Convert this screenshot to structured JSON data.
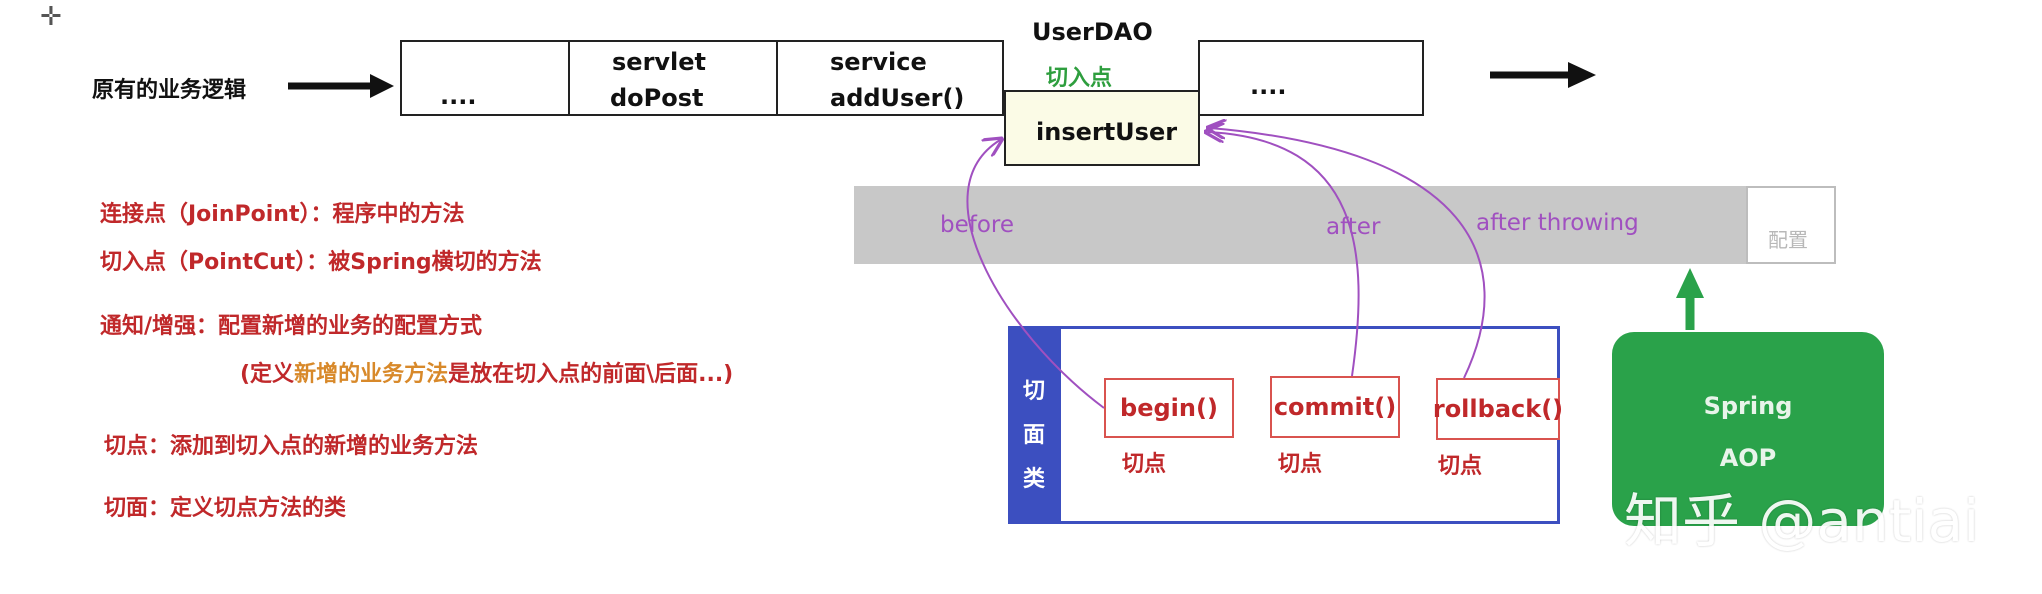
{
  "corner_mark": "✛",
  "original_logic": {
    "label": "原有的业务逻辑",
    "cells": [
      "....",
      "servlet",
      "doPost",
      "service",
      "addUser()",
      "...."
    ],
    "userdao_label": "UserDAO",
    "pointcut_label": "切入点",
    "insert_user_label": "insertUser"
  },
  "definitions": {
    "joinpoint": "连接点（JoinPoint）：程序中的方法",
    "pointcut": "切入点（PointCut）：被Spring横切的方法",
    "advice": "通知/增强：配置新增的业务的配置方式",
    "advice_note_prefix": "(定义",
    "advice_note_highlight": "新增的业务方法",
    "advice_note_suffix": "是放在切入点的前面\\后面...)",
    "cut_point": "切点：添加到切入点的新增的业务方法",
    "aspect": "切面：定义切点方法的类"
  },
  "config_band": {
    "before": "before",
    "after": "after",
    "after_throwing": "after throwing",
    "config": "配置"
  },
  "aspect_class": {
    "side_label": [
      "切",
      "面",
      "类"
    ],
    "methods": [
      "begin()",
      "commit()",
      "rollback()"
    ],
    "method_label": "切点"
  },
  "spring_aop": {
    "line1": "Spring",
    "line2": "AOP"
  },
  "watermark": "知乎 @antiai",
  "colors": {
    "red_text": "#c0282a",
    "green_label": "#2e9e3e",
    "purple_curve": "#a050c0",
    "blue_border": "#3c4fc0",
    "spring_green": "#2aa24a",
    "gray_band": "#c8c8c8"
  }
}
